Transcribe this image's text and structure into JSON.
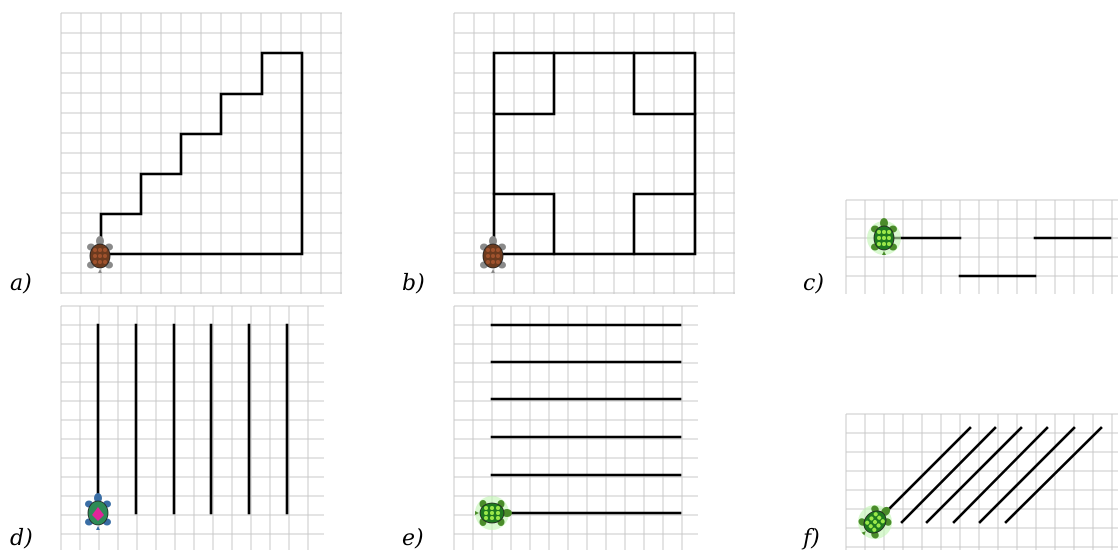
{
  "panels": [
    {
      "id": "a",
      "label": "a)",
      "turtle": "brown"
    },
    {
      "id": "b",
      "label": "b)",
      "turtle": "brown"
    },
    {
      "id": "c",
      "label": "c)",
      "turtle": "green"
    },
    {
      "id": "d",
      "label": "d)",
      "turtle": "pink"
    },
    {
      "id": "e",
      "label": "e)",
      "turtle": "green"
    },
    {
      "id": "f",
      "label": "f)",
      "turtle": "green"
    }
  ],
  "colors": {
    "grid": "#c8c8c8",
    "path": "#000000"
  }
}
